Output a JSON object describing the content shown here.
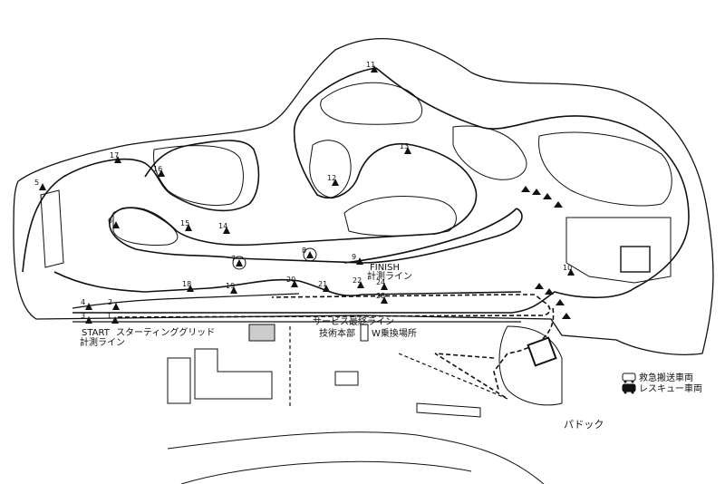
{
  "labels": {
    "start": "START",
    "timing_line_start": "計測ライン",
    "starting_grid": "スターティンググリッド",
    "finish": "FINISH",
    "timing_line_finish": "計測ライン",
    "service_final_line": "サービス最終ライン",
    "hq": "技術本部",
    "w_transfer": "W乗換場所",
    "paddock": "パドック"
  },
  "legend": {
    "ambulance": "救急搬送車両",
    "rescue": "レスキュー車両"
  },
  "posts": [
    "1",
    "2",
    "3",
    "4",
    "5",
    "6",
    "7",
    "8",
    "9",
    "10",
    "11",
    "12",
    "13",
    "14",
    "15",
    "16",
    "17",
    "18",
    "19",
    "20",
    "21",
    "22",
    "23",
    "24"
  ],
  "colors": {
    "ink": "#111111",
    "fill": "#ffffff",
    "building": "#cccccc"
  }
}
